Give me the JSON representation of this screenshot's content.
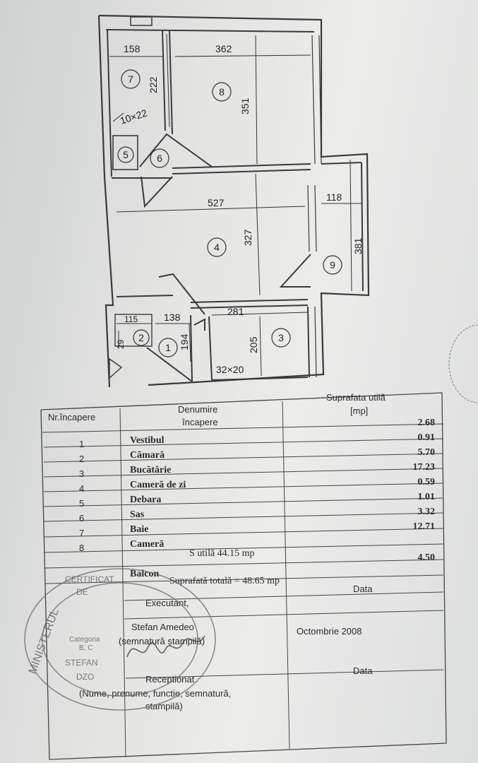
{
  "plan": {
    "rooms": [
      {
        "num": "1"
      },
      {
        "num": "2"
      },
      {
        "num": "3"
      },
      {
        "num": "4"
      },
      {
        "num": "5"
      },
      {
        "num": "6"
      },
      {
        "num": "7"
      },
      {
        "num": "8"
      },
      {
        "num": "9"
      }
    ],
    "dims": {
      "d158": "158",
      "d362": "362",
      "d222": "222",
      "d1022": "10×22",
      "d351": "351",
      "d527": "527",
      "d327": "327",
      "d118": "118",
      "d381": "381",
      "d115": "115",
      "d138": "138",
      "d281": "281",
      "d29": "29",
      "d194": "194",
      "d205": "205",
      "d3220": "32×20"
    }
  },
  "table": {
    "col1": "Nr.încapere",
    "col2a": "Denumire",
    "col2b": "încapere",
    "col3a": "Suprafata utilă",
    "col3b": "[mp]",
    "nums": [
      "1",
      "2",
      "3",
      "4",
      "5",
      "6",
      "7",
      "8"
    ],
    "names": [
      "Vestibul",
      "Cămară",
      "Bucătărie",
      "Cameră de zi",
      "Debara",
      "Sas",
      "Baie",
      "Cameră"
    ],
    "areas": [
      "2.68",
      "0.91",
      "5.70",
      "17.23",
      "0.59",
      "1.01",
      "3.32",
      "12.71"
    ],
    "s_util": "S utilă   44.15 mp",
    "balcon_label": "Balcon",
    "balcon_area": "4.50",
    "total": "Suprafată totală  = 48.65 mp",
    "data1": "Data",
    "executant": "Executant,",
    "exec_name": "Stefan Amedeo",
    "exec_sig": "(semnatură ștampilă)",
    "date_value": "Octombrie 2008",
    "data2": "Data",
    "receptionat": "Receptionat",
    "recep_sub": "(Nume, prenume, functie, semnatură,",
    "recep_sub2": "stampilă)"
  },
  "stamp": {
    "ring": "MINISTERUL",
    "line1": "CERTIFICAT",
    "line2": "DE",
    "line3": "Categoria",
    "line4": "B, C",
    "line5": "STEFAN",
    "line6": "DZO"
  }
}
